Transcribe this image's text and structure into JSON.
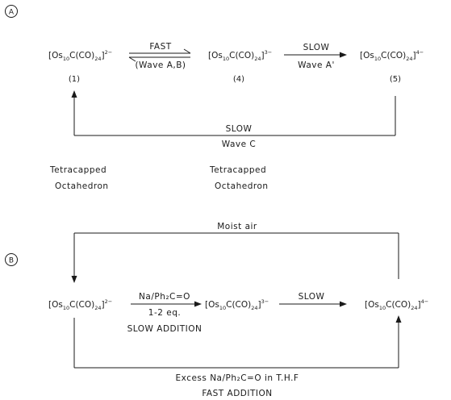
{
  "panel_a": {
    "marker": "A",
    "compound_1": {
      "prefix": "[Os",
      "os_sub": "10",
      "middle": "C(CO)",
      "co_sub": "24",
      "close": "]",
      "charge": "2−",
      "number": "(1)"
    },
    "compound_4": {
      "prefix": "[Os",
      "os_sub": "10",
      "middle": "C(CO)",
      "co_sub": "24",
      "close": "]",
      "charge": "3−",
      "number": "(4)"
    },
    "compound_5": {
      "prefix": "[Os",
      "os_sub": "10",
      "middle": "C(CO)",
      "co_sub": "24",
      "close": "]",
      "charge": "4−",
      "number": "(5)"
    },
    "arrow_1_4_top": "FAST",
    "arrow_1_4_bottom": "(Wave A,B)",
    "arrow_4_5_top": "SLOW",
    "arrow_4_5_bottom": "Wave A'",
    "return_top": "SLOW",
    "return_bottom": "Wave C",
    "geometry_left_1": "Tetracapped",
    "geometry_left_2": "Octahedron",
    "geometry_mid_1": "Tetracapped",
    "geometry_mid_2": "Octahedron"
  },
  "panel_b": {
    "marker": "B",
    "top_loop_label": "Moist air",
    "compound_left": {
      "prefix": "[Os",
      "os_sub": "10",
      "middle": "C(CO)",
      "co_sub": "24",
      "close": "]",
      "charge": "2−"
    },
    "compound_mid": {
      "prefix": "[Os",
      "os_sub": "10",
      "middle": "C(CO)",
      "co_sub": "24",
      "close": "]",
      "charge": "3−"
    },
    "compound_right": {
      "prefix": "[Os",
      "os_sub": "10",
      "middle": "C(CO)",
      "co_sub": "24",
      "close": "]",
      "charge": "4−"
    },
    "reagent_top": "Na/Ph₂C=O",
    "reagent_bottom": "1-2 eq.",
    "slow_addition": "SLOW ADDITION",
    "arrow_mid_right": "SLOW",
    "bottom_loop_label_1": "Excess Na/Ph₂C=O in T.H.F",
    "bottom_loop_label_2": "FAST ADDITION"
  }
}
